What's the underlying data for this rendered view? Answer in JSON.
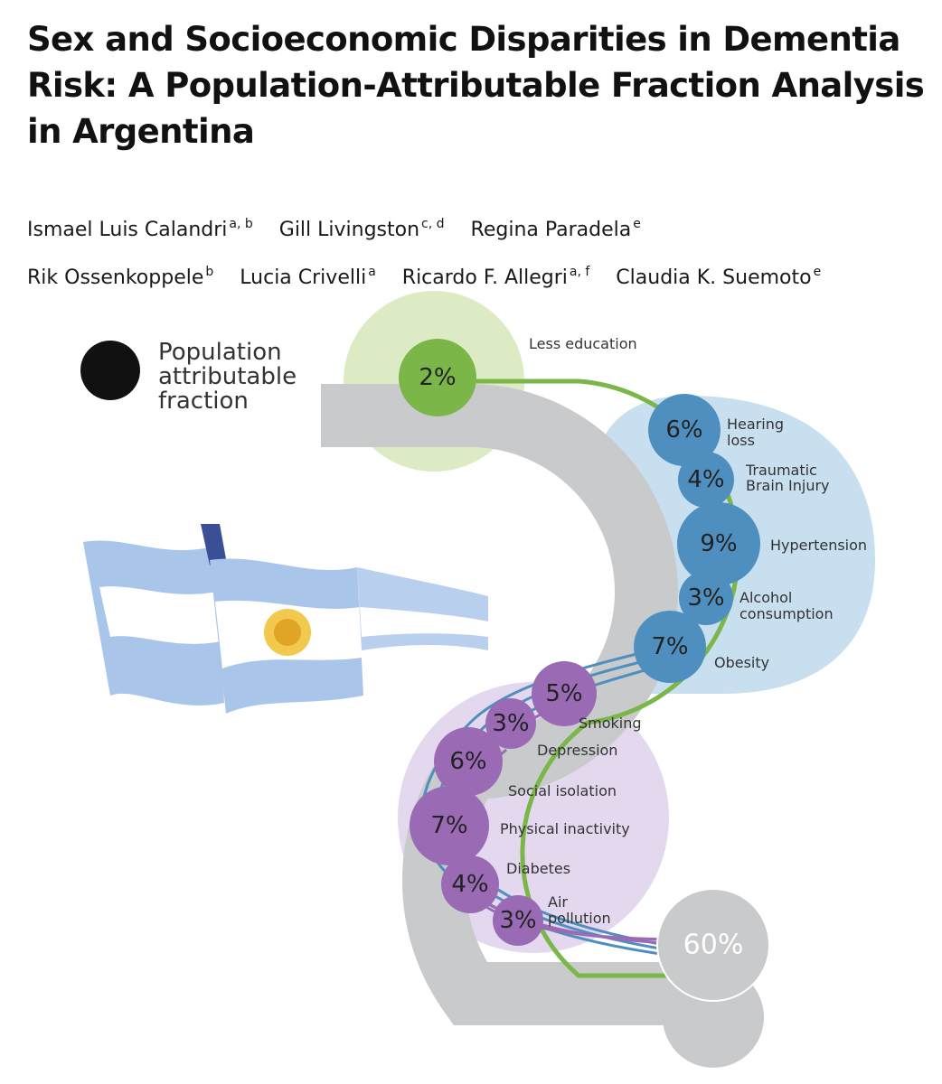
{
  "title": "Sex and Socioeconomic Disparities in Dementia Risk: A Population-Attributable Fraction Analysis in Argentina",
  "authors": [
    {
      "name": "Ismael Luis Calandri",
      "aff": "a, b"
    },
    {
      "name": "Gill Livingston",
      "aff": "c, d"
    },
    {
      "name": "Regina Paradela",
      "aff": "e"
    },
    {
      "name": "Rik Ossenkoppele",
      "aff": "b"
    },
    {
      "name": "Lucia Crivelli",
      "aff": "a"
    },
    {
      "name": "Ricardo F. Allegri",
      "aff": "a, f"
    },
    {
      "name": "Claudia K. Suemoto",
      "aff": "e"
    }
  ],
  "legend": {
    "line1": "Population",
    "line2": "attributable",
    "line3": "fraction"
  },
  "factors": {
    "less_education": {
      "label": "Less education",
      "value": "2%"
    },
    "hearing_loss": {
      "label1": "Hearing",
      "label2": "loss",
      "value": "6%"
    },
    "tbi": {
      "label1": "Traumatic",
      "label2": "Brain Injury",
      "value": "4%"
    },
    "hypertension": {
      "label": "Hypertension",
      "value": "9%"
    },
    "alcohol": {
      "label1": "Alcohol",
      "label2": "consumption",
      "value": "3%"
    },
    "obesity": {
      "label": "Obesity",
      "value": "7%"
    },
    "smoking": {
      "label": "Smoking",
      "value": "5%"
    },
    "depression": {
      "label": "Depression",
      "value": "3%"
    },
    "social_isolation": {
      "label": "Social isolation",
      "value": "6%"
    },
    "physical_inactivity": {
      "label": "Physical inactivity",
      "value": "7%"
    },
    "diabetes": {
      "label": "Diabetes",
      "value": "4%"
    },
    "air_pollution": {
      "label1": "Air",
      "label2": "pollution",
      "value": "3%"
    }
  },
  "total": "60%",
  "colors": {
    "green": "#7ab648",
    "green_light": "#dcebc3",
    "blue": "#4f8fbf",
    "blue_light": "#c8dff0",
    "purple": "#9a6bb4",
    "purple_light": "#e4d8ee",
    "gray": "#c9cacc"
  }
}
